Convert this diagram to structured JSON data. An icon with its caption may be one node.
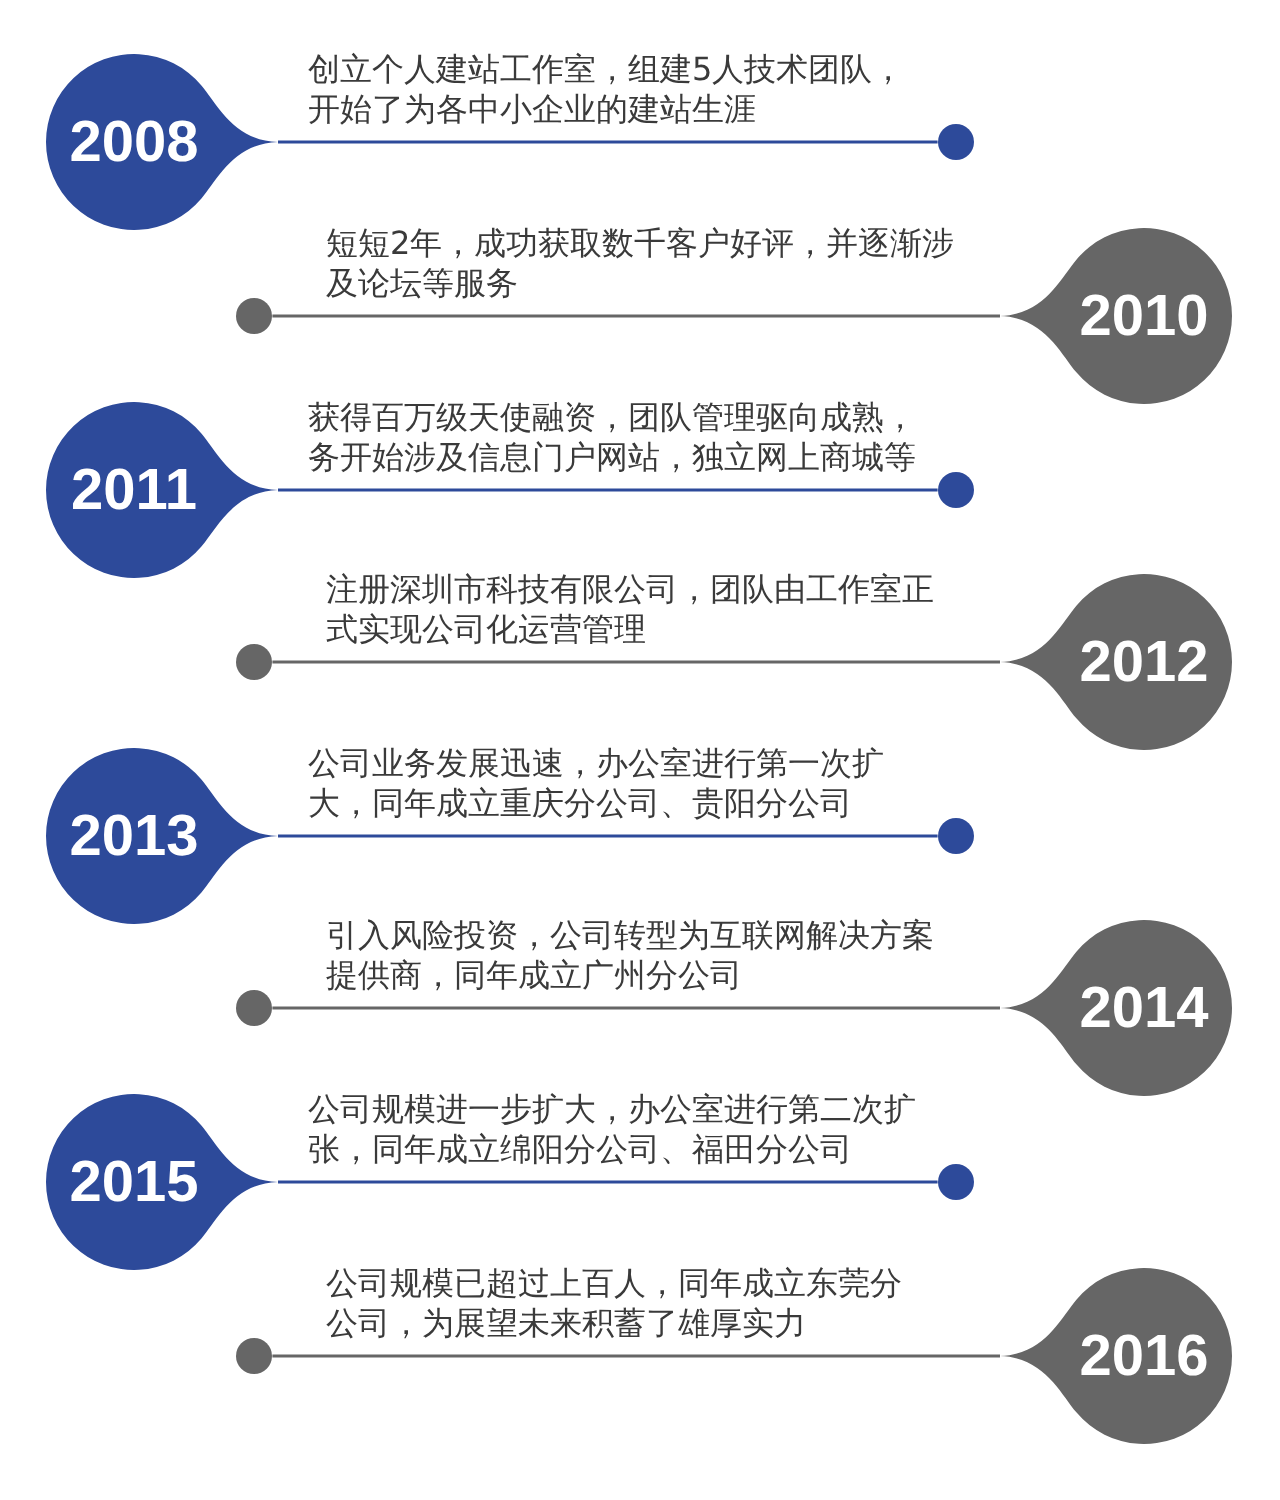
{
  "diagram": {
    "nodes": [
      {
        "text": [
          "2008"
        ],
        "beside": [
          "创立个人建站工作室，组建5人技术团队，开始了为各中小企业的建站生涯"
        ]
      },
      {
        "text": [],
        "shape": "circle"
      },
      {
        "text": [
          "2010"
        ],
        "beside": [
          "短短2年，成功获取数千客户好评，并逐渐涉及论坛等服务"
        ]
      },
      {
        "text": [],
        "shape": "circle"
      },
      {
        "text": [
          "2011"
        ],
        "beside": [
          "获得百万级天使融资，团队管理驱向成熟，务开始涉及信息门户网站，独立网上商城等"
        ]
      },
      {
        "text": [],
        "shape": "circle"
      },
      {
        "text": [
          "2012"
        ],
        "beside": [
          "注册深圳市科技有限公司，团队由工作室正式实现公司化运营管理"
        ]
      },
      {
        "text": [],
        "shape": "circle"
      },
      {
        "text": [
          "2013"
        ],
        "beside": [
          "公司业务发展迅速，办公室进行第一次扩大，同年成立重庆分公司、贵阳分公司"
        ]
      },
      {
        "text": [],
        "shape": "circle"
      },
      {
        "text": [
          "2014"
        ],
        "beside": [
          "引入风险投资，公司转型为互联网解决方案提供商，同年成立广州分公司"
        ]
      },
      {
        "text": [],
        "shape": "circle"
      },
      {
        "text": [
          "2015"
        ],
        "beside": [
          "公司规模进一步扩大，办公室进行第二次扩张，同年成立绵阳分公司、福田分公司"
        ]
      },
      {
        "text": [],
        "shape": "circle"
      },
      {
        "text": [
          "2016"
        ]
      },
      {
        "text": [],
        "shape": "circle"
      }
    ],
    "edges": [
      {
        "from": 0,
        "to": 1,
        "arrow": "none",
        "color": "#2d4a9a"
      },
      {
        "from": 2,
        "to": 3,
        "arrow": "none",
        "color": "#666666"
      },
      {
        "from": 4,
        "to": 5,
        "arrow": "none",
        "color": "#2d4a9a"
      },
      {
        "from": 6,
        "to": 7,
        "arrow": "none",
        "color": "#666666"
      },
      {
        "from": 8,
        "to": 9,
        "arrow": "none",
        "color": "#2d4a9a"
      },
      {
        "from": 10,
        "to": 11,
        "arrow": "none",
        "color": "#666666"
      },
      {
        "from": 12,
        "to": 13,
        "arrow": "none",
        "color": "#2d4a9a"
      },
      {
        "from": 14,
        "to": 15,
        "arrow": "none",
        "color": "#666666"
      }
    ],
    "labels": [
      "公司规模已超过上百人，同年成立东莞分公司，为展望未来积蓄了雄厚实力"
    ]
  }
}
